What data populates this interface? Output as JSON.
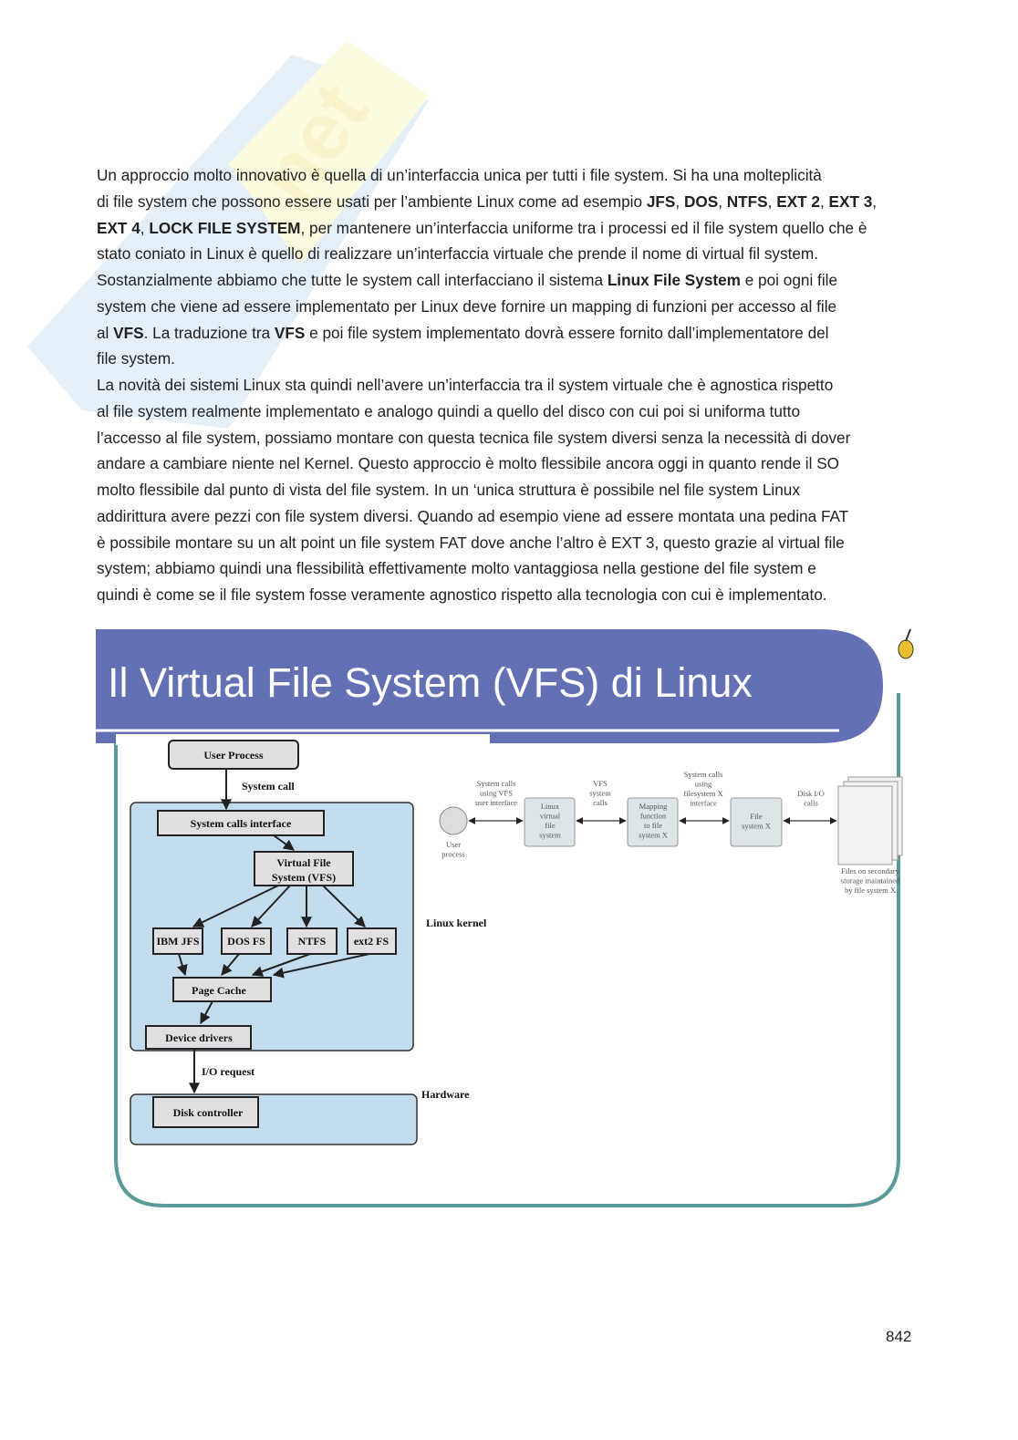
{
  "watermark": {
    "text": "net",
    "colors": {
      "blue": "#cfe3f3",
      "yellow": "#fbf6c6"
    }
  },
  "body_lines": [
    [
      {
        "t": "Un approccio molto innovativo è quella di un’interfaccia unica per tutti i file system. Si ha una molteplicità"
      }
    ],
    [
      {
        "t": "di file system che possono essere usati per l’ambiente Linux come ad esempio "
      },
      {
        "t": "JFS",
        "b": true
      },
      {
        "t": ", "
      },
      {
        "t": "DOS",
        "b": true
      },
      {
        "t": ", "
      },
      {
        "t": "NTFS",
        "b": true
      },
      {
        "t": ", "
      },
      {
        "t": "EXT 2",
        "b": true
      },
      {
        "t": ", "
      },
      {
        "t": "EXT 3",
        "b": true
      },
      {
        "t": ","
      }
    ],
    [
      {
        "t": "EXT 4",
        "b": true
      },
      {
        "t": ", "
      },
      {
        "t": "LOCK FILE SYSTEM",
        "b": true
      },
      {
        "t": ", per mantenere un’interfaccia uniforme tra i processi ed il file system quello che è"
      }
    ],
    [
      {
        "t": "stato coniato in Linux è quello di realizzare un’interfaccia virtuale che prende il nome di virtual fil system."
      }
    ],
    [
      {
        "t": "Sostanzialmente abbiamo che tutte le system call interfacciano il sistema "
      },
      {
        "t": "Linux File System",
        "b": true
      },
      {
        "t": " e poi ogni file"
      }
    ],
    [
      {
        "t": "system che viene ad essere implementato per Linux deve fornire un mapping di funzioni per accesso al file"
      }
    ],
    [
      {
        "t": "al "
      },
      {
        "t": "VFS",
        "b": true
      },
      {
        "t": ". La traduzione tra "
      },
      {
        "t": "VFS",
        "b": true
      },
      {
        "t": " e poi file system implementato dovrà essere fornito dall’implementatore del"
      }
    ],
    [
      {
        "t": "file system."
      }
    ],
    [
      {
        "t": "La novità dei sistemi Linux sta quindi nell’avere un’interfaccia tra il system virtuale che è agnostica rispetto"
      }
    ],
    [
      {
        "t": "al file system realmente implementato e analogo quindi a quello del disco con cui poi si uniforma tutto"
      }
    ],
    [
      {
        "t": "l’accesso al file system, possiamo montare con questa tecnica file system diversi senza la necessità di dover"
      }
    ],
    [
      {
        "t": "andare a cambiare niente nel Kernel. Questo approccio è molto flessibile ancora oggi in quanto rende il SO"
      }
    ],
    [
      {
        "t": "molto flessibile dal punto di vista del file system. In un ‘unica struttura è possibile nel file system Linux"
      }
    ],
    [
      {
        "t": "addirittura avere pezzi con file system diversi. Quando ad esempio viene ad essere montata una pedina FAT"
      }
    ],
    [
      {
        "t": "è possibile montare su un alt point un file system FAT dove anche l’altro è EXT 3, questo grazie al virtual file"
      }
    ],
    [
      {
        "t": "system; abbiamo quindi una flessibilità effettivamente molto vantaggiosa nella gestione del file system e"
      }
    ],
    [
      {
        "t": "quindi è come se il file system fosse veramente agnostico rispetto alla tecnologia con cui è implementato."
      }
    ]
  ],
  "slide": {
    "title": "Il Virtual File System (VFS) di Linux",
    "colors": {
      "banner": "#6470b4",
      "frame": "#5a9a9a",
      "kernel": "#c3dcee",
      "box": "#e2dfe2"
    },
    "left": {
      "user_process": "User Process",
      "system_call": "System call",
      "syscall_interface": "System calls interface",
      "vfs_line1": "Virtual File",
      "vfs_line2": "System (VFS)",
      "fs": [
        "IBM JFS",
        "DOS FS",
        "NTFS",
        "ext2 FS"
      ],
      "page_cache": "Page Cache",
      "device_drivers": "Device drivers",
      "io_request": "I/O request",
      "disk_controller": "Disk controller",
      "linux_kernel": "Linux kernel",
      "hardware": "Hardware"
    },
    "right": {
      "user_process": [
        "User",
        "process"
      ],
      "label1": [
        "System calls",
        "using VFS",
        "user interface"
      ],
      "box1": [
        "Linux",
        "virtual",
        "file",
        "system"
      ],
      "label2": [
        "VFS",
        "system",
        "calls"
      ],
      "box2": [
        "Mapping",
        "function",
        "to file",
        "system X"
      ],
      "label3": [
        "System calls",
        "using",
        "filesystem X",
        "interface"
      ],
      "box3": [
        "File",
        "system X"
      ],
      "label4": [
        "Disk I/O",
        "calls"
      ],
      "caption": [
        "Files on secondary",
        "storage maintained",
        "by file system X"
      ]
    }
  },
  "page_number": "842"
}
